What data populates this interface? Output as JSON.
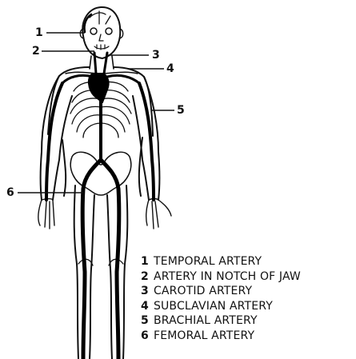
{
  "callouts": [
    {
      "number": "1"
    },
    {
      "number": "2"
    },
    {
      "number": "3"
    },
    {
      "number": "4"
    },
    {
      "number": "5"
    },
    {
      "number": "6"
    }
  ],
  "legend": [
    {
      "number": "1",
      "label": "TEMPORAL ARTERY"
    },
    {
      "number": "2",
      "label": "ARTERY IN NOTCH OF JAW"
    },
    {
      "number": "3",
      "label": "CAROTID ARTERY"
    },
    {
      "number": "4",
      "label": "SUBCLAVIAN ARTERY"
    },
    {
      "number": "5",
      "label": "BRACHIAL ARTERY"
    },
    {
      "number": "6",
      "label": "FEMORAL ARTERY"
    }
  ]
}
